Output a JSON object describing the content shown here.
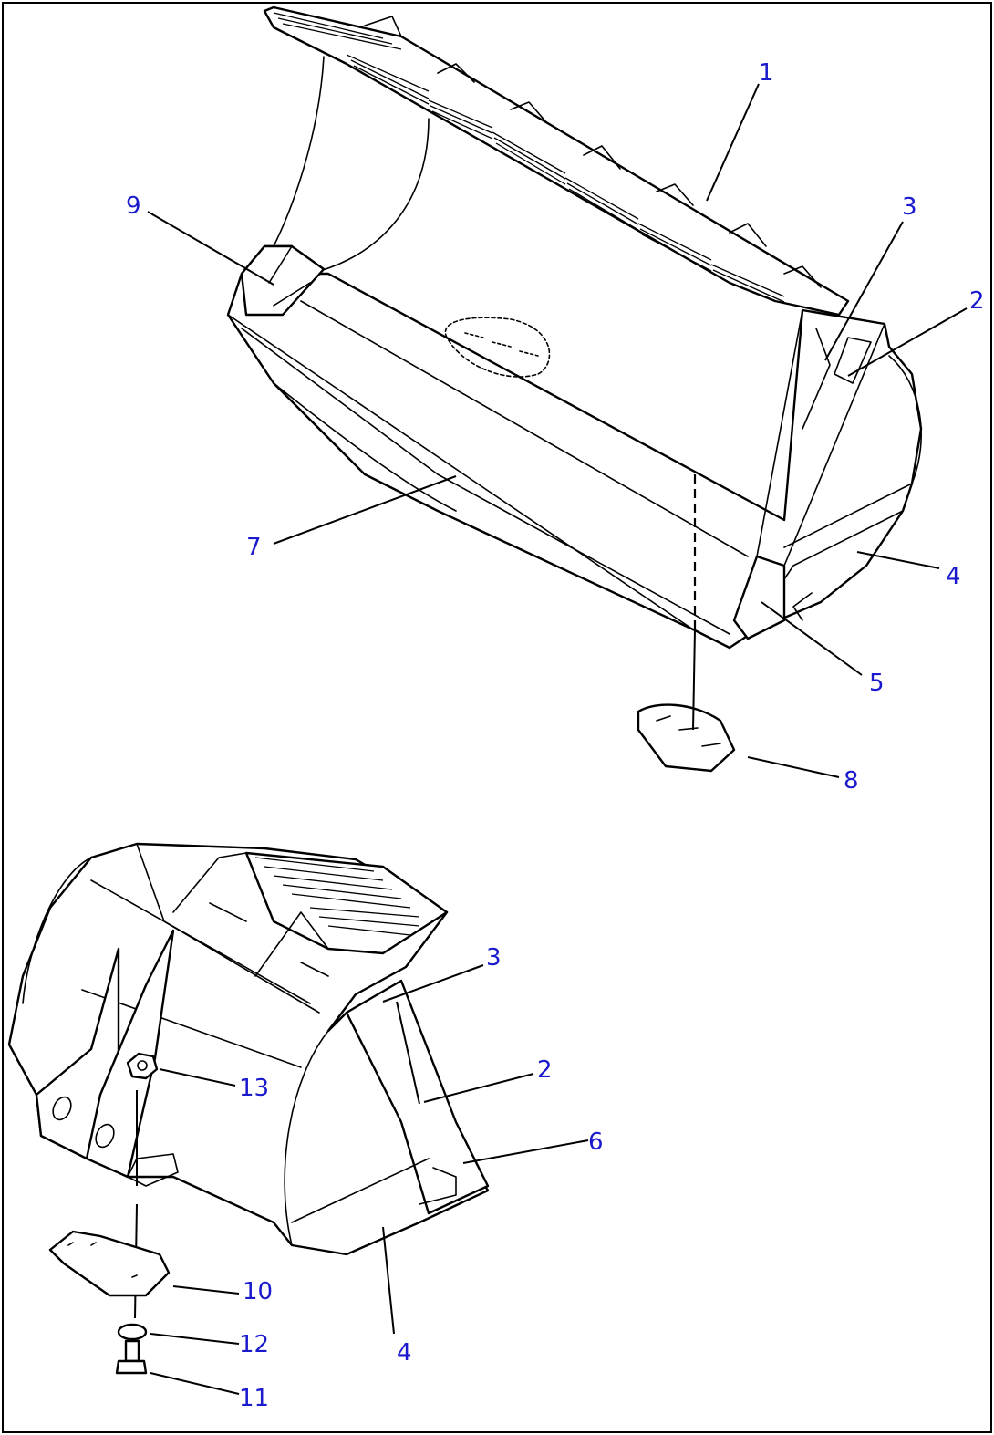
{
  "diagram": {
    "callouts_top": [
      {
        "id": "c-top-1",
        "text": "1"
      },
      {
        "id": "c-top-2",
        "text": "2"
      },
      {
        "id": "c-top-3",
        "text": "3"
      },
      {
        "id": "c-top-4",
        "text": "4"
      },
      {
        "id": "c-top-5",
        "text": "5"
      },
      {
        "id": "c-top-7",
        "text": "7"
      },
      {
        "id": "c-top-8",
        "text": "8"
      },
      {
        "id": "c-top-9",
        "text": "9"
      }
    ],
    "callouts_bottom": [
      {
        "id": "c-bot-2",
        "text": "2"
      },
      {
        "id": "c-bot-3",
        "text": "3"
      },
      {
        "id": "c-bot-4",
        "text": "4"
      },
      {
        "id": "c-bot-6",
        "text": "6"
      },
      {
        "id": "c-bot-10",
        "text": "10"
      },
      {
        "id": "c-bot-11",
        "text": "11"
      },
      {
        "id": "c-bot-12",
        "text": "12"
      },
      {
        "id": "c-bot-13",
        "text": "13"
      }
    ],
    "colors": {
      "callout": "#1a1acc",
      "line": "#000000",
      "background": "#ffffff"
    }
  }
}
